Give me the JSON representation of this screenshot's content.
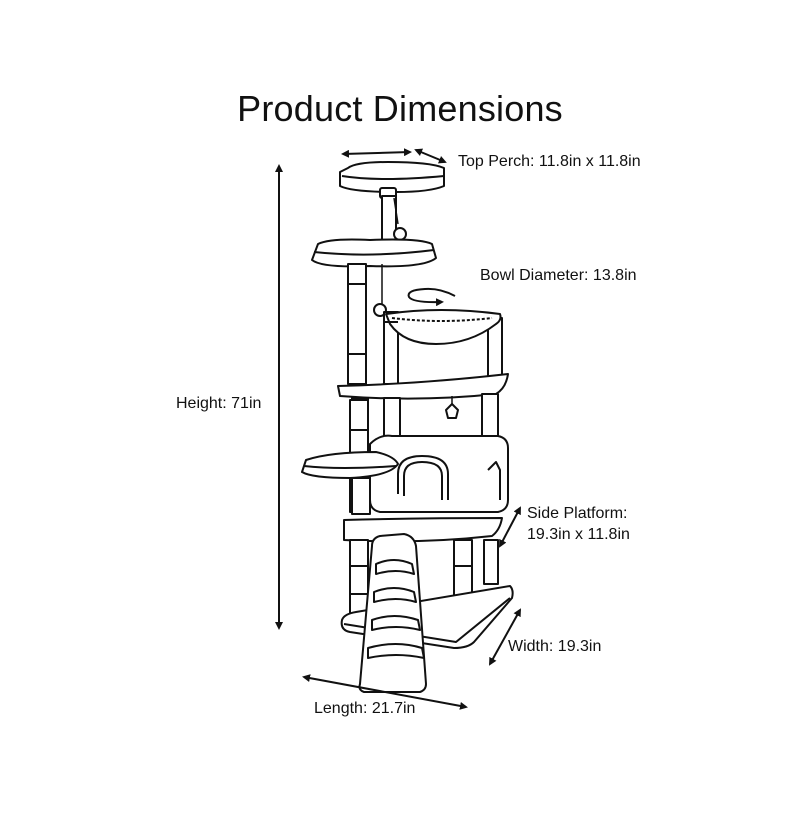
{
  "title": "Product Dimensions",
  "labels": {
    "top_perch": "Top Perch: 11.8in x 11.8in",
    "bowl": "Bowl Diameter: 13.8in",
    "height": "Height: 71in",
    "side_platform_1": "Side Platform:",
    "side_platform_2": "19.3in x 11.8in",
    "width": "Width: 19.3in",
    "length": "Length: 21.7in"
  },
  "colors": {
    "line": "#111111",
    "background": "#ffffff"
  }
}
